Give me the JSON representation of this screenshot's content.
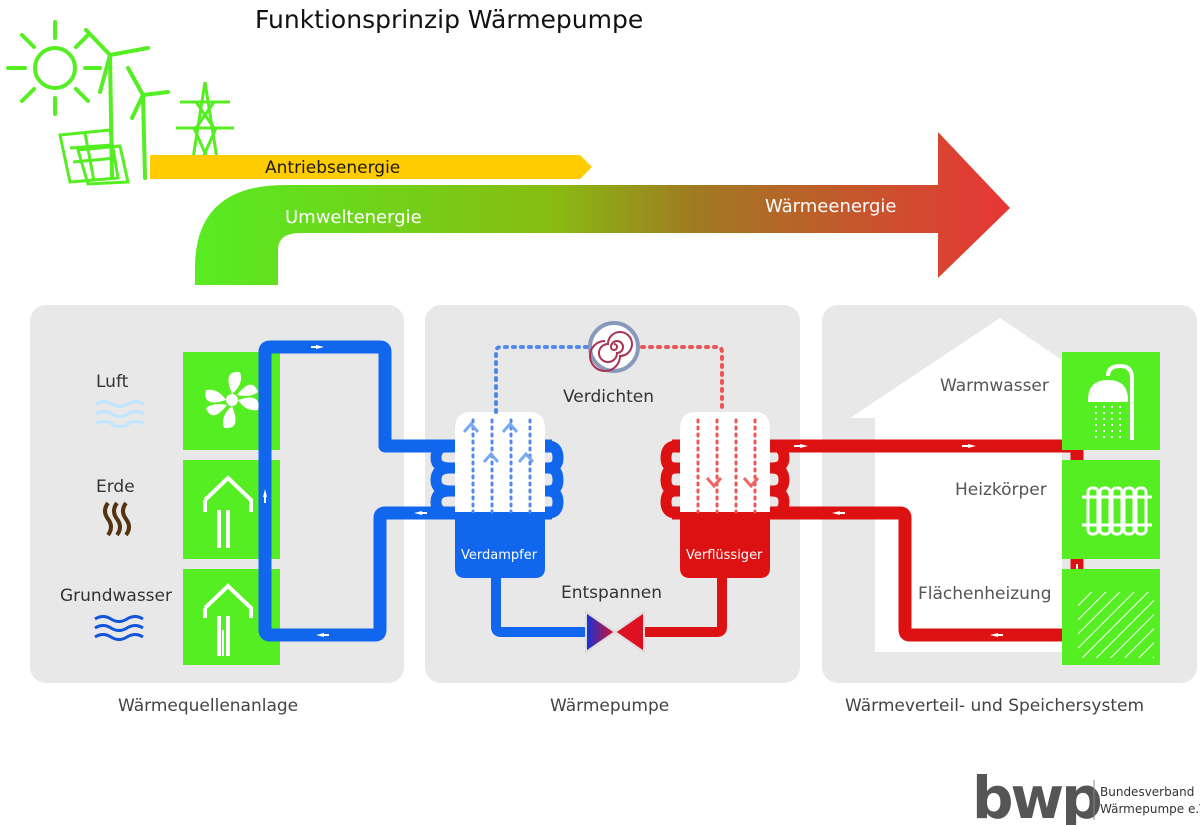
{
  "title": "Funktionsprinzip Wärmepumpe",
  "energy_flow": {
    "drive_energy": "Antriebsenergie",
    "environmental_energy": "Umweltenergie",
    "heat_energy": "Wärmeenergie"
  },
  "sources": {
    "caption": "Wärmequellenanlage",
    "items": [
      {
        "label": "Luft",
        "icon": "fan-icon"
      },
      {
        "label": "Erde",
        "icon": "ground-probe-icon"
      },
      {
        "label": "Grundwasser",
        "icon": "groundwater-well-icon"
      }
    ]
  },
  "heat_pump": {
    "caption": "Wärmepumpe",
    "compress": "Verdichten",
    "expand": "Entspannen",
    "evaporator": "Verdampfer",
    "condenser": "Verflüssiger"
  },
  "distribution": {
    "caption": "Wärmeverteil- und Speichersystem",
    "items": [
      {
        "label": "Warmwasser",
        "icon": "shower-icon"
      },
      {
        "label": "Heizkörper",
        "icon": "radiator-icon"
      },
      {
        "label": "Flächenheizung",
        "icon": "floor-heating-icon"
      }
    ]
  },
  "logo": {
    "mark": "bwp",
    "line1": "Bundesverband",
    "line2": "Wärmepumpe e.V."
  },
  "colors": {
    "renewable_green": "#55ee22",
    "panel_grey": "#e8e8e8",
    "cold_blue": "#1166ee",
    "hot_red": "#dd1111",
    "drive_yellow": "#ffcc00",
    "arrow_red": "#e03030"
  }
}
